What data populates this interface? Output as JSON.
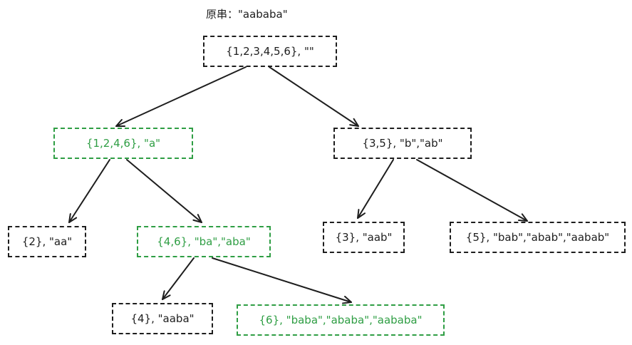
{
  "title": "原串：\"aababa\"",
  "colors": {
    "default": "#1e1e1e",
    "highlight": "#2f9e44"
  },
  "nodes": {
    "root": {
      "label": "{1,2,3,4,5,6}, \"\"",
      "highlight": false
    },
    "a": {
      "label": "{1,2,4,6}, \"a\"",
      "highlight": true
    },
    "b_ab": {
      "label": "{3,5}, \"b\",\"ab\"",
      "highlight": false
    },
    "aa": {
      "label": "{2}, \"aa\"",
      "highlight": false
    },
    "ba_aba": {
      "label": "{4,6}, \"ba\",\"aba\"",
      "highlight": true
    },
    "aab": {
      "label": "{3}, \"aab\"",
      "highlight": false
    },
    "bab": {
      "label": "{5}, \"bab\",\"abab\",\"aabab\"",
      "highlight": false
    },
    "aaba": {
      "label": "{4}, \"aaba\"",
      "highlight": false
    },
    "baba": {
      "label": "{6}, \"baba\",\"ababa\",\"aababa\"",
      "highlight": true
    }
  },
  "edges": [
    {
      "from": "root",
      "to": "a"
    },
    {
      "from": "root",
      "to": "b_ab"
    },
    {
      "from": "a",
      "to": "aa"
    },
    {
      "from": "a",
      "to": "ba_aba"
    },
    {
      "from": "b_ab",
      "to": "aab"
    },
    {
      "from": "b_ab",
      "to": "bab"
    },
    {
      "from": "ba_aba",
      "to": "aaba"
    },
    {
      "from": "ba_aba",
      "to": "baba"
    }
  ]
}
